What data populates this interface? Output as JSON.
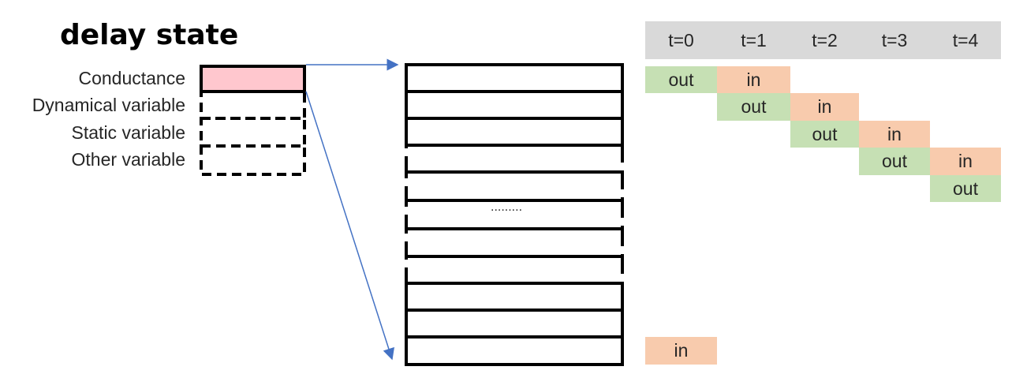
{
  "title": "delay state",
  "labels": [
    "Conductance",
    "Dynamical variable",
    "Static variable",
    "Other variable"
  ],
  "ellipsis": ".........",
  "time_headers": [
    "t=0",
    "t=1",
    "t=2",
    "t=3",
    "t=4"
  ],
  "timeline_cells": {
    "r0c0": "out",
    "r0c1": "in",
    "r1c1": "out",
    "r1c2": "in",
    "r2c2": "out",
    "r2c3": "in",
    "r3c3": "out",
    "r3c4": "in",
    "r4c4": "out"
  },
  "bottom_in": "in",
  "colors": {
    "conductance_fill": "#ffc7ce",
    "out_cell": "#c6e0b4",
    "in_cell": "#f8cbad",
    "header": "#d9d9d9",
    "arrow": "#4472c4"
  }
}
